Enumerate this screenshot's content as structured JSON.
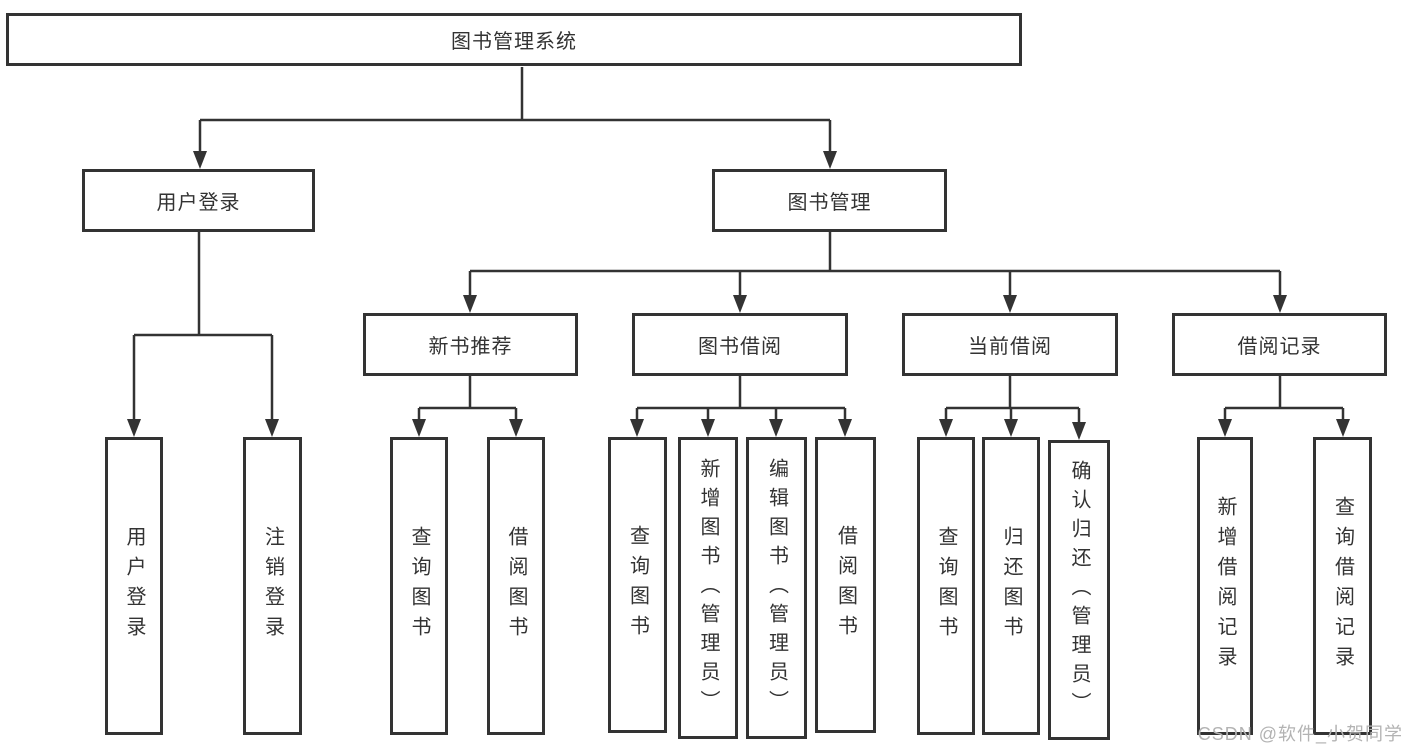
{
  "diagram": {
    "root": {
      "label": "图书管理系统"
    },
    "level2": [
      {
        "label": "用户登录"
      },
      {
        "label": "图书管理"
      }
    ],
    "level3": [
      {
        "label": "新书推荐"
      },
      {
        "label": "图书借阅"
      },
      {
        "label": "当前借阅"
      },
      {
        "label": "借阅记录"
      }
    ],
    "leaves": [
      {
        "label": "用户登录"
      },
      {
        "label": "注销登录"
      },
      {
        "label": "查询图书"
      },
      {
        "label": "借阅图书"
      },
      {
        "label": "查询图书"
      },
      {
        "label": "新增图书（管理员）"
      },
      {
        "label": "编辑图书（管理员）"
      },
      {
        "label": "借阅图书"
      },
      {
        "label": "查询图书"
      },
      {
        "label": "归还图书"
      },
      {
        "label": "确认归还（管理员）"
      },
      {
        "label": "新增借阅记录"
      },
      {
        "label": "查询借阅记录"
      }
    ]
  },
  "watermark": {
    "text": "CSDN @软件_小贺同学"
  },
  "colors": {
    "line": "#333333",
    "node_border": "#333333",
    "text": "#333333",
    "watermark": "#b3b3b3",
    "background": "#ffffff"
  }
}
